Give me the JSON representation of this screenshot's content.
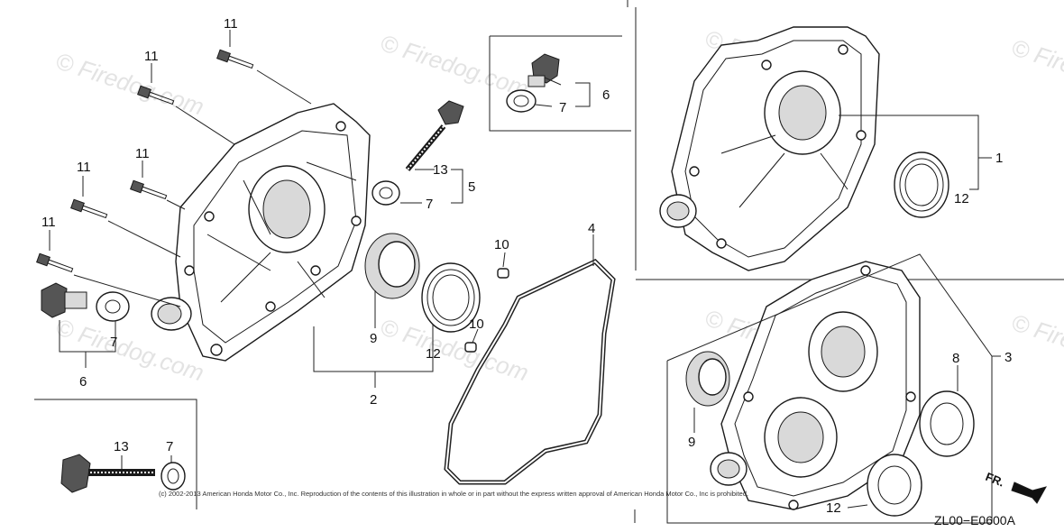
{
  "watermark": {
    "text": "© Firedog.com"
  },
  "callouts": {
    "c1": "1",
    "c2": "2",
    "c3": "3",
    "c4": "4",
    "c5": "5",
    "c6a": "6",
    "c6b": "6",
    "c7a": "7",
    "c7b": "7",
    "c7c": "7",
    "c7d": "7",
    "c8": "8",
    "c9a": "9",
    "c9b": "9",
    "c10a": "10",
    "c10b": "10",
    "c11a": "11",
    "c11b": "11",
    "c11c": "11",
    "c11d": "11",
    "c11e": "11",
    "c12a": "12",
    "c12b": "12",
    "c12c": "12",
    "c13a": "13",
    "c13b": "13"
  },
  "copyright": "(c) 2002-2013 American Honda Motor Co., Inc. Reproduction of the contents of this illustration in whole or in part without the express written approval of American Honda Motor Co., Inc is prohibited.",
  "diagram_code": "ZL00−E0600A",
  "front_indicator": "FR."
}
